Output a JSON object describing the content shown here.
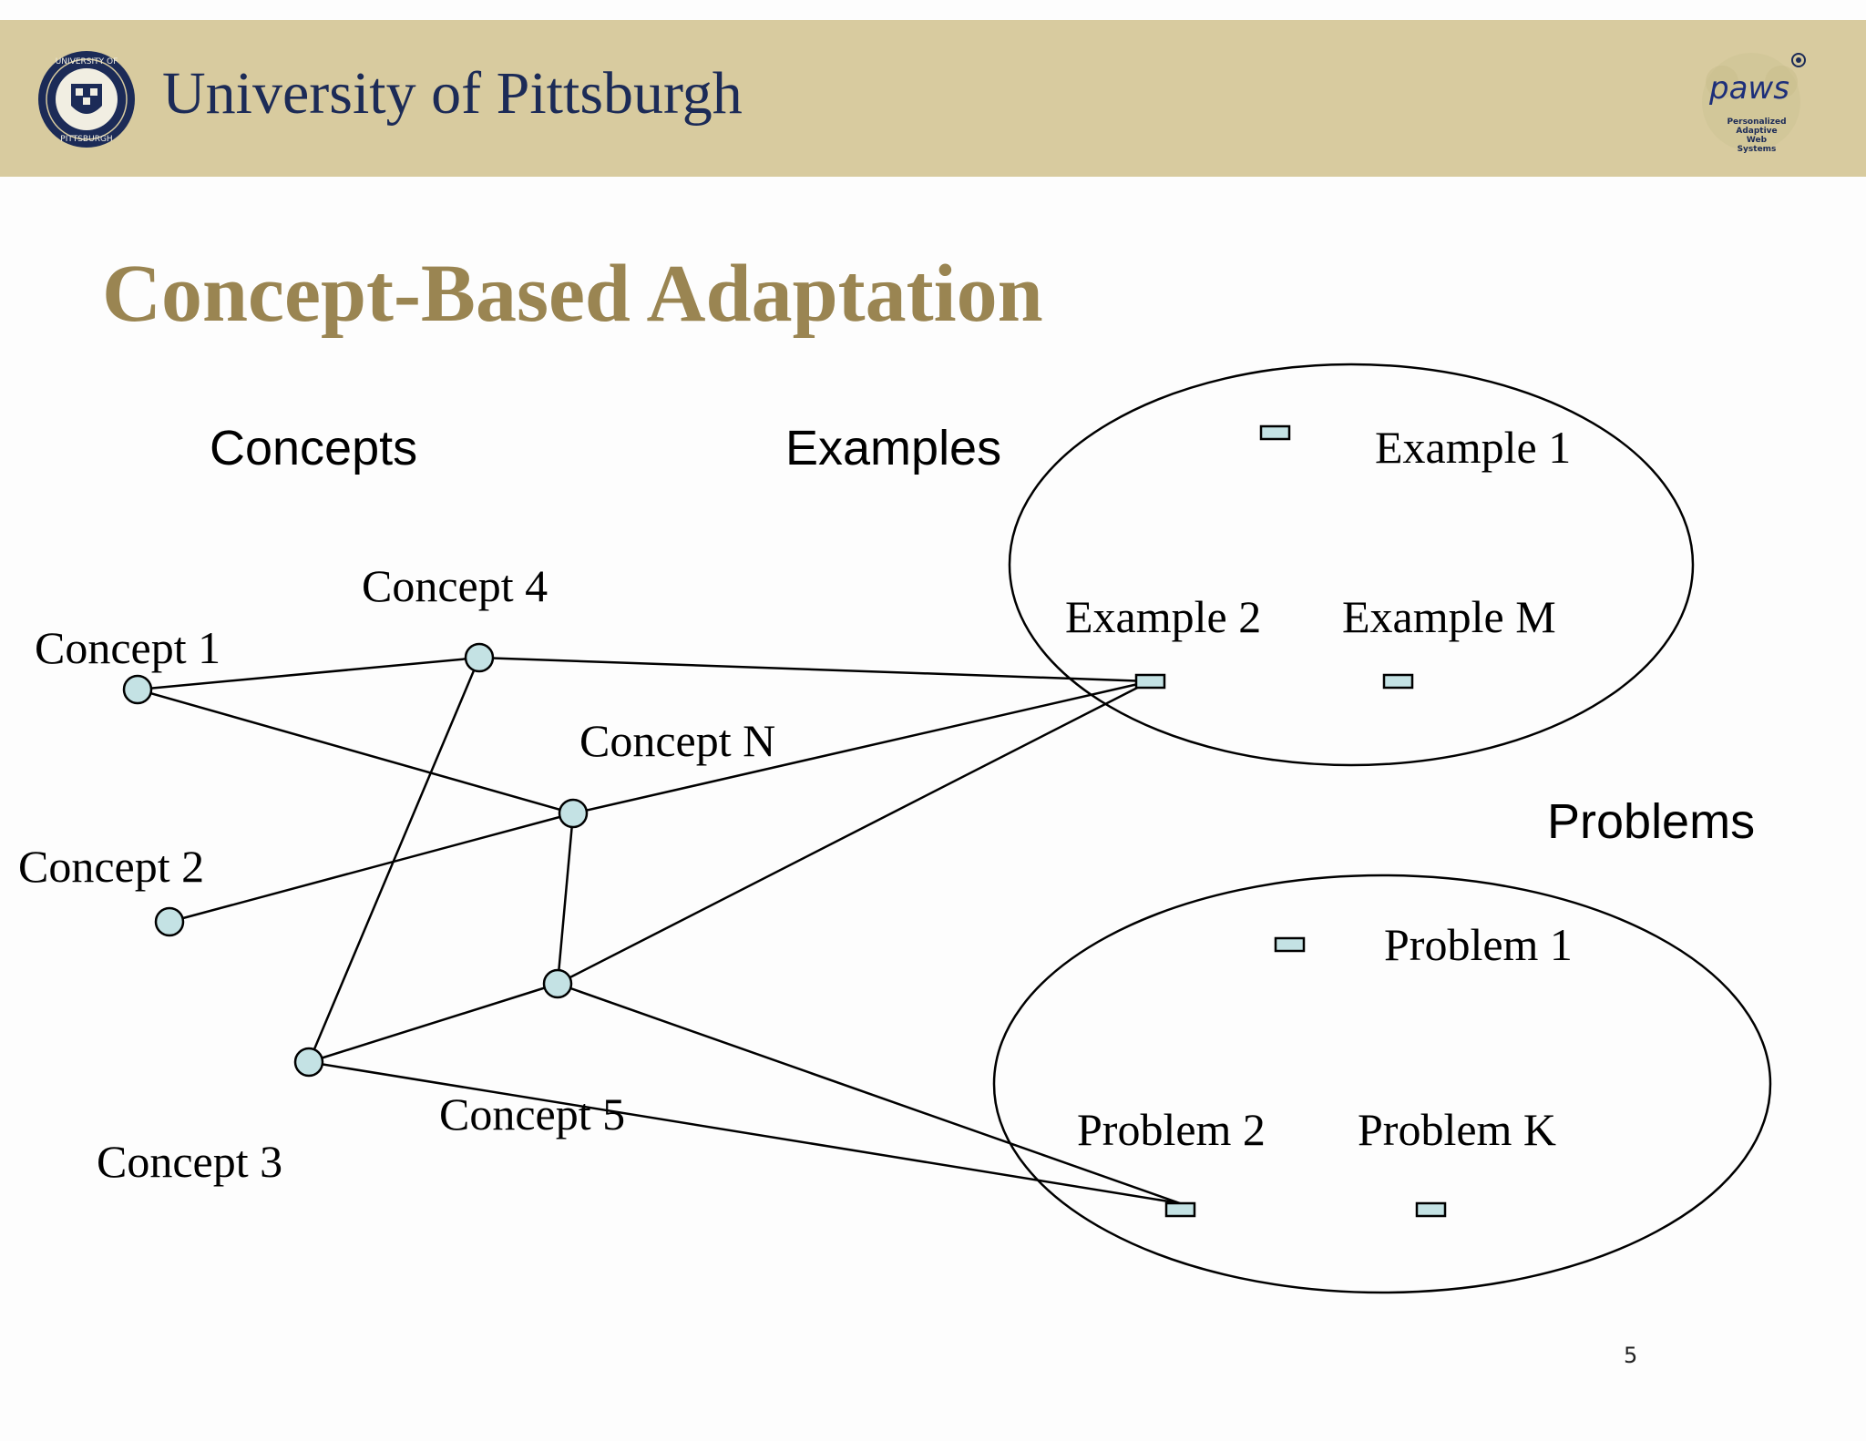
{
  "header": {
    "university_name": "University of Pittsburgh",
    "seal": {
      "top_text": "UNIVERSITY OF",
      "bottom_text": "PITTSBURGH"
    },
    "paws": {
      "letters": "paws",
      "caption_lines": [
        "Personalized",
        "Adaptive",
        "Web",
        "Systems"
      ]
    }
  },
  "slide": {
    "title": "Concept-Based Adaptation",
    "page_number": "5"
  },
  "diagram": {
    "group_labels": {
      "concepts": "Concepts",
      "examples": "Examples",
      "problems": "Problems"
    },
    "concepts": [
      {
        "id": "c1",
        "label": "Concept 1"
      },
      {
        "id": "c4",
        "label": "Concept 4"
      },
      {
        "id": "cN",
        "label": "Concept N"
      },
      {
        "id": "c2",
        "label": "Concept 2"
      },
      {
        "id": "c5",
        "label": "Concept 5"
      },
      {
        "id": "c3",
        "label": "Concept 3"
      }
    ],
    "examples": [
      {
        "id": "e1",
        "label": "Example 1"
      },
      {
        "id": "e2",
        "label": "Example 2"
      },
      {
        "id": "eM",
        "label": "Example M"
      }
    ],
    "problems": [
      {
        "id": "p1",
        "label": "Problem 1"
      },
      {
        "id": "p2",
        "label": "Problem 2"
      },
      {
        "id": "pK",
        "label": "Problem K"
      }
    ],
    "links": [
      [
        "c1",
        "c4"
      ],
      [
        "c1",
        "cN"
      ],
      [
        "c4",
        "e2"
      ],
      [
        "c4",
        "c3"
      ],
      [
        "cN",
        "e2"
      ],
      [
        "cN",
        "c2"
      ],
      [
        "cN",
        "c5"
      ],
      [
        "c5",
        "e2"
      ],
      [
        "c5",
        "c3"
      ],
      [
        "c5",
        "p2"
      ],
      [
        "c3",
        "p2"
      ]
    ],
    "node_fill": "#c4e2e4",
    "line_color": "#000000"
  },
  "colors": {
    "header_band": "#d8cb9f",
    "university_text": "#1c2b57",
    "title": "#9a8552"
  }
}
